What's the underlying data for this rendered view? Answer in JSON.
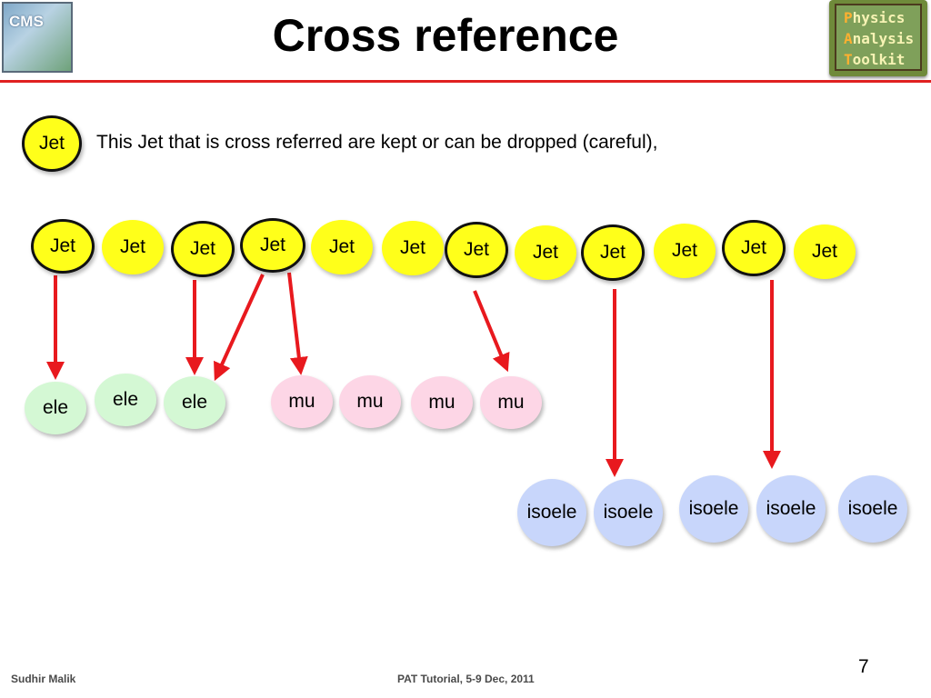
{
  "header": {
    "title": "Cross reference",
    "left_logo_text": "CMS",
    "right_logo": {
      "lines": [
        {
          "cap": "P",
          "rest": "hysics"
        },
        {
          "cap": "A",
          "rest": "nalysis"
        },
        {
          "cap": "T",
          "rest": "oolkit"
        }
      ]
    }
  },
  "legend": {
    "node_label": "Jet",
    "text": "This Jet that is cross referred are kept or can be dropped (careful),"
  },
  "jets": [
    "Jet",
    "Jet",
    "Jet",
    "Jet",
    "Jet",
    "Jet",
    "Jet",
    "Jet",
    "Jet",
    "Jet",
    "Jet",
    "Jet"
  ],
  "electrons": [
    "ele",
    "ele",
    "ele"
  ],
  "muons": [
    "mu",
    "mu",
    "mu",
    "mu"
  ],
  "isoelectrons": [
    "isoele",
    "isoele",
    "isoele",
    "isoele",
    "isoele"
  ],
  "footer": {
    "author": "Sudhir Malik",
    "event": "PAT Tutorial, 5-9 Dec, 2011",
    "page": "7"
  },
  "colors": {
    "jet": "#ffff1a",
    "ele": "#d4f8d4",
    "mu": "#fdd6e6",
    "isoele": "#c8d6fb",
    "arrow": "#e8191e",
    "rule": "#e02020"
  }
}
